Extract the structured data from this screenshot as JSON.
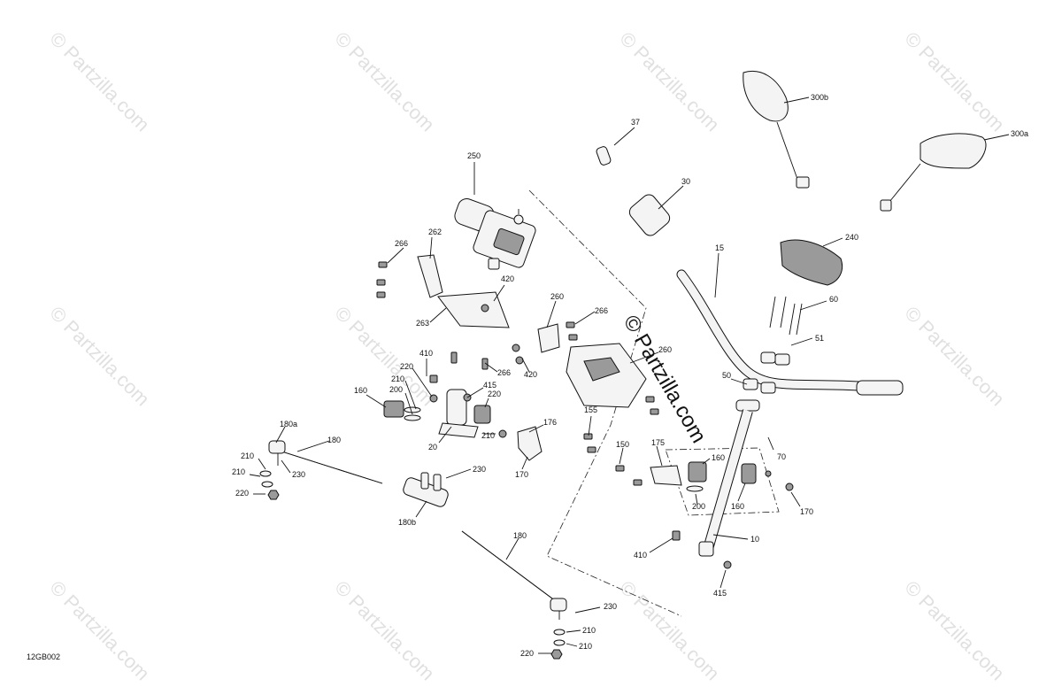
{
  "diagram": {
    "code": "12GB002",
    "watermark_text": "© Partzilla.com",
    "callouts": {
      "c250": "250",
      "c262": "262",
      "c266a": "266",
      "c420a": "420",
      "c263": "263",
      "c260a": "260",
      "c266b": "266",
      "c266c": "266",
      "c420b": "420",
      "c260b": "260",
      "c410a": "410",
      "c220a": "220",
      "c210a": "210",
      "c200a": "200",
      "c160a": "160",
      "c415a": "415",
      "c220b": "220",
      "c210b": "210",
      "c20": "20",
      "c176": "176",
      "c155": "155",
      "c170a": "170",
      "c180a": "180a",
      "c180b": "180",
      "c210c": "210",
      "c230a": "230",
      "c210d": "210",
      "c220c": "220",
      "c230b": "230",
      "c180bb": "180b",
      "c180c": "180",
      "c230c": "230",
      "c210e": "210",
      "c210f": "210",
      "c220d": "220",
      "c37": "37",
      "c30": "30",
      "c300b": "300b",
      "c300a": "300a",
      "c240": "240",
      "c15": "15",
      "c60": "60",
      "c51": "51",
      "c50": "50",
      "c70": "70",
      "c150": "150",
      "c175": "175",
      "c160b": "160",
      "c200b": "200",
      "c160c": "160",
      "c170b": "170",
      "c10": "10",
      "c410b": "410",
      "c415b": "415"
    }
  }
}
